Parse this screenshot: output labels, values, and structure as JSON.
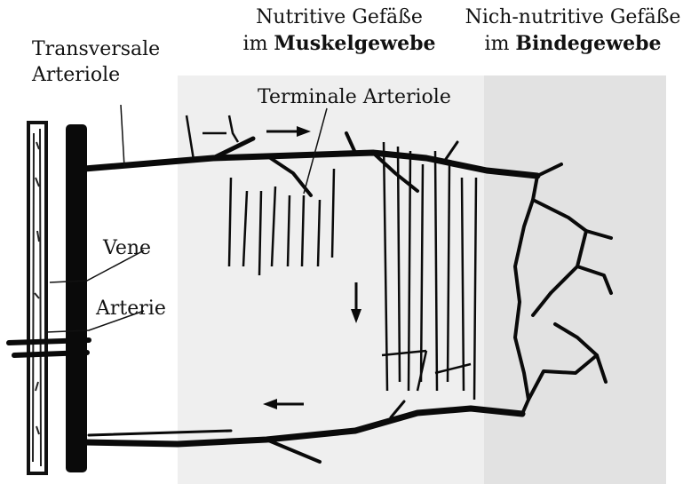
{
  "colors": {
    "background": "#ffffff",
    "muscle_region": "#efefef",
    "connective_region": "#e2e2e2",
    "vessel": "#0a0a0a"
  },
  "labels": {
    "transversale_line1": "Transversale",
    "transversale_line2": "Arteriole",
    "vene": "Vene",
    "arterie": "Arterie",
    "terminale": "Terminale Arteriole"
  },
  "headers": {
    "nutritive": {
      "line1": "Nutritive Gefäße",
      "prefix": "im ",
      "bold": "Muskelgewebe"
    },
    "nonnutritive": {
      "line1": "Nich-nutritive Gefäße",
      "prefix": "im ",
      "bold": "Bindegewebe"
    }
  },
  "arrows": [
    "arrow-right",
    "arrow-down",
    "arrow-left"
  ]
}
